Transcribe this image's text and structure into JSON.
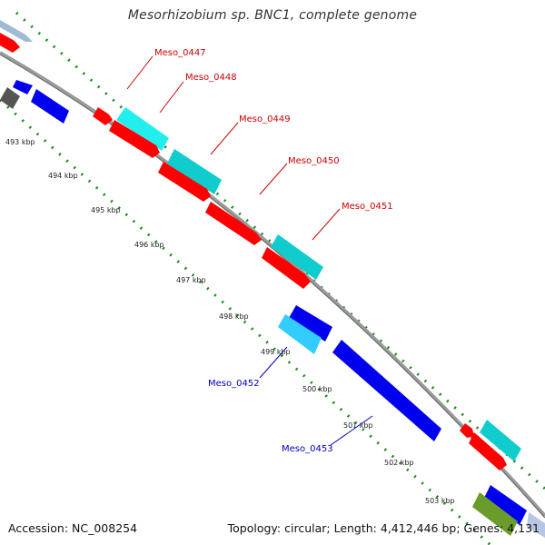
{
  "title": "Mesorhizobium sp. BNC1, complete genome",
  "footer": {
    "accession": "Accession: NC_008254",
    "summary": "Topology: circular; Length: 4,412,446 bp; Genes: 4,131"
  },
  "colors": {
    "forward_gene": "#ff0000",
    "forward_cds": "#11dddd",
    "reverse_gene": "#0000ee",
    "reverse_cds": "#22ccee",
    "other": "#6b9b2a",
    "tick": "#1a8a1a",
    "backbone": "#888888",
    "label_forward": "#cc0000",
    "label_reverse": "#0000bb"
  },
  "kbp_ticks": [
    "493 kbp",
    "494 kbp",
    "495 kbp",
    "496 kbp",
    "497 kbp",
    "498 kbp",
    "499 kbp",
    "500 kbp",
    "501 kbp",
    "502 kbp",
    "503 kbp"
  ],
  "gene_labels_forward": [
    "Meso_0447",
    "Meso_0448",
    "Meso_0449",
    "Meso_0450",
    "Meso_0451"
  ],
  "gene_labels_reverse": [
    "Meso_0452",
    "Meso_0453"
  ]
}
